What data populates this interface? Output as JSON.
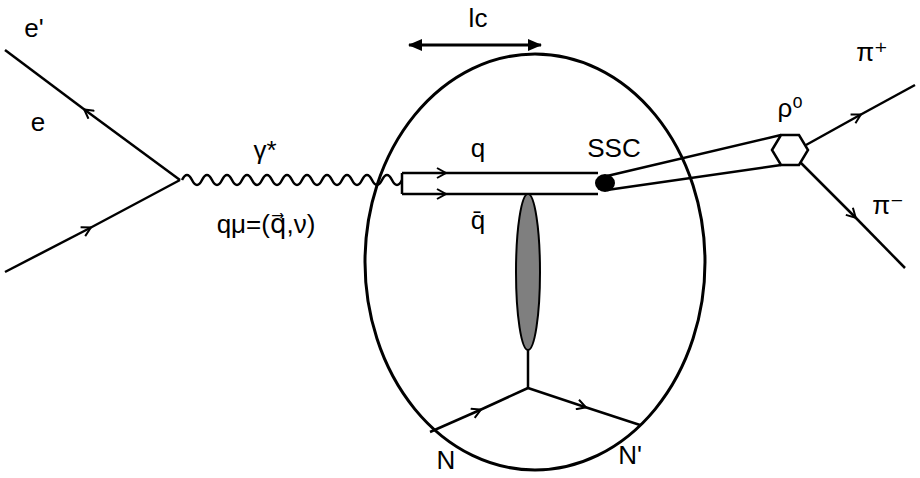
{
  "diagram": {
    "labels": [
      "e'",
      "e",
      "γ*",
      "qμ=(q⃗,ν)",
      "lc",
      "q",
      "q̄",
      "SSC",
      "ρ⁰",
      "π⁺",
      "π⁻",
      "N",
      "N'"
    ]
  }
}
